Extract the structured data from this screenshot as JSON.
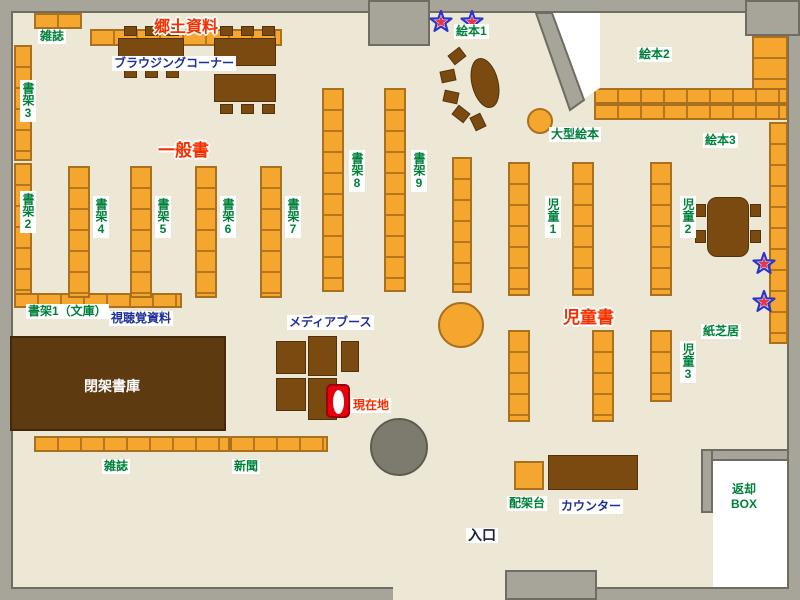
{
  "labels": {
    "magazines_top": "雑誌",
    "local_history": "郷土資料",
    "browsing_corner": "ブラウジングコーナー",
    "shelf3": "書架3",
    "shelf2": "書架2",
    "general_books": "一般書",
    "shelf4": "書架4",
    "shelf5": "書架5",
    "shelf6": "書架6",
    "shelf7": "書架7",
    "shelf8": "書架8",
    "shelf9": "書架9",
    "picture_books1": "絵本1",
    "picture_books2": "絵本2",
    "picture_books3": "絵本3",
    "large_picture_books": "大型絵本",
    "children1": "児童1",
    "children2": "児童2",
    "children3": "児童3",
    "children_books": "児童書",
    "kamishibai": "紙芝居",
    "shelf1_bunko": "書架1（文庫）",
    "audiovisual": "視聴覚資料",
    "media_booth": "メディアブース",
    "current_location": "現在地",
    "closed_stacks": "閉架書庫",
    "magazines_bottom": "雑誌",
    "newspapers": "新聞",
    "entrance": "入口",
    "stand": "配架台",
    "counter": "カウンター",
    "return_box": "返却\nBOX"
  },
  "colors": {
    "floor": "#ece8d5",
    "wall": "#a7a49a",
    "wall_border": "#6f6c63",
    "shelf": "#f4a62e",
    "shelf_border": "#a9701e",
    "furniture": "#7b4a10",
    "closed_stacks": "#5e3a10",
    "label_green": "#00813a",
    "label_blue": "#1e2f99",
    "label_red": "#f53000",
    "marker_red": "#e8000d",
    "star_blue": "#2a35c8",
    "star_red": "#e8344a"
  }
}
